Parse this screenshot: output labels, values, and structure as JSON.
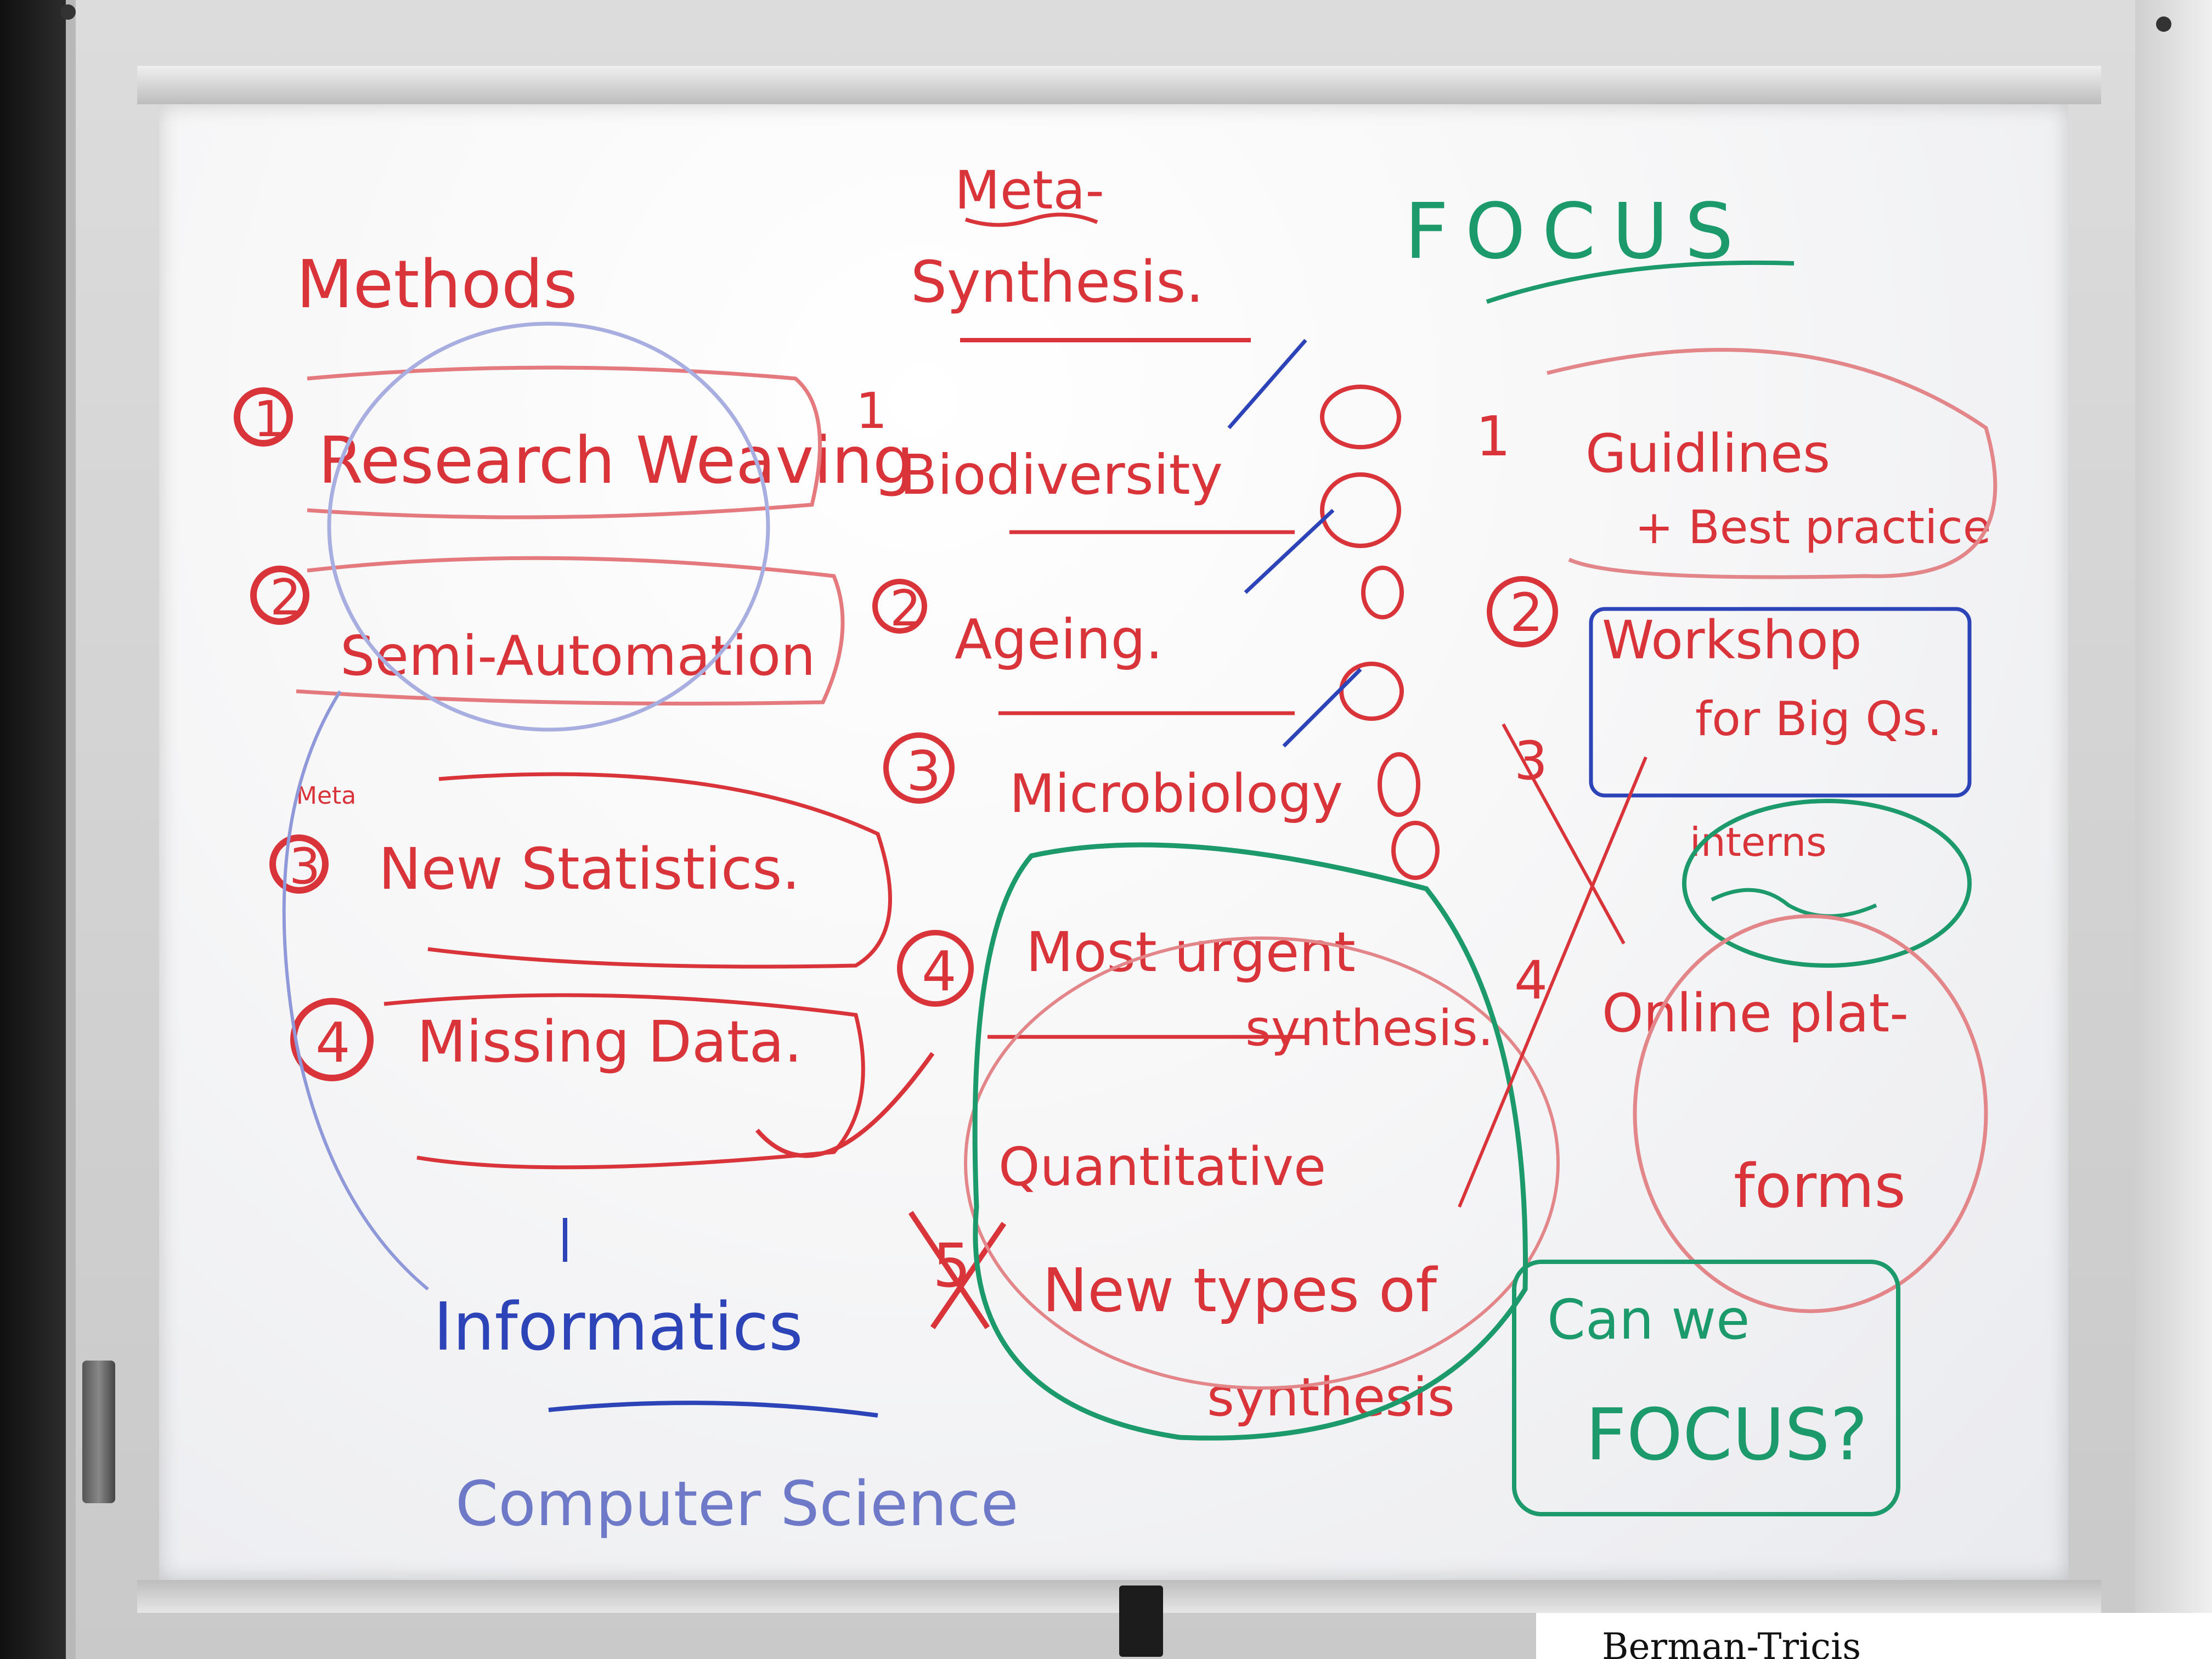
{
  "whiteboard": {
    "methods": {
      "title": "Methods",
      "items": [
        {
          "num": "1",
          "label": "Research Weaving"
        },
        {
          "num": "2",
          "label": "Semi-Automation"
        },
        {
          "num": "3",
          "label": "New Statistics.",
          "prefix": "Meta"
        },
        {
          "num": "4",
          "label": "Missing Data."
        }
      ],
      "footer1": "Informatics",
      "footer2": "Computer Science"
    },
    "meta_synthesis": {
      "title1": "Meta-",
      "title2": "Synthesis.",
      "items": [
        {
          "num": "1",
          "label": "Biodiversity"
        },
        {
          "num": "2",
          "label": "Ageing."
        },
        {
          "num": "3",
          "label": "Microbiology"
        },
        {
          "num": "4",
          "label1": "Most urgent",
          "label2": "synthesis."
        },
        {
          "num": "",
          "label": "Quantitative"
        },
        {
          "num": "5",
          "label1": "New types of",
          "label2": "synthesis"
        }
      ]
    },
    "focus": {
      "title": "FOCUS",
      "items": [
        {
          "num": "1",
          "label1": "Guidlines",
          "label2": "+ Best practice"
        },
        {
          "num": "2",
          "label1": "Workshop",
          "label2": "for Big Qs."
        },
        {
          "num": "3",
          "label": "interns"
        },
        {
          "num": "4",
          "label1": "Online plat-",
          "label2": "forms"
        }
      ],
      "question1": "Can we",
      "question2": "FOCUS?"
    },
    "bottom_strip": "Berman-Tricis"
  },
  "colors": {
    "red_marker": "#d9343a",
    "blue_marker": "#2d44b8",
    "green_marker": "#1d9a6c",
    "board": "#f7f7f8"
  }
}
